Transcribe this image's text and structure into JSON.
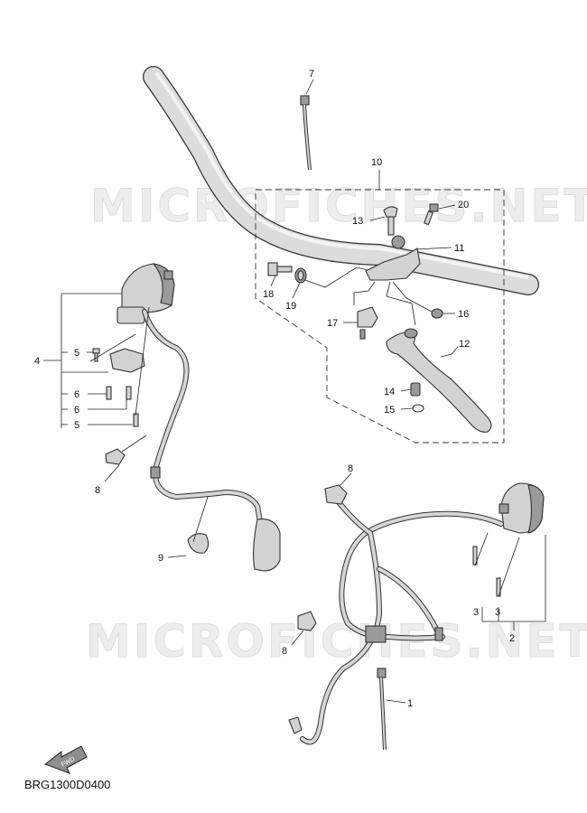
{
  "watermark": "MICROFICHES.NET",
  "diagram_code": "BRG1300D0400",
  "fwd_label": "FWD",
  "callouts": {
    "p1": "1",
    "p2": "2",
    "p3a": "3",
    "p3b": "3",
    "p4": "4",
    "p5a": "5",
    "p5b": "5",
    "p6a": "6",
    "p6b": "6",
    "p7": "7",
    "p8a": "8",
    "p8b": "8",
    "p8c": "8",
    "p9": "9",
    "p10": "10",
    "p11": "11",
    "p12": "12",
    "p13": "13",
    "p14": "14",
    "p15": "15",
    "p16": "16",
    "p17": "17",
    "p18": "18",
    "p19": "19",
    "p20": "20"
  }
}
